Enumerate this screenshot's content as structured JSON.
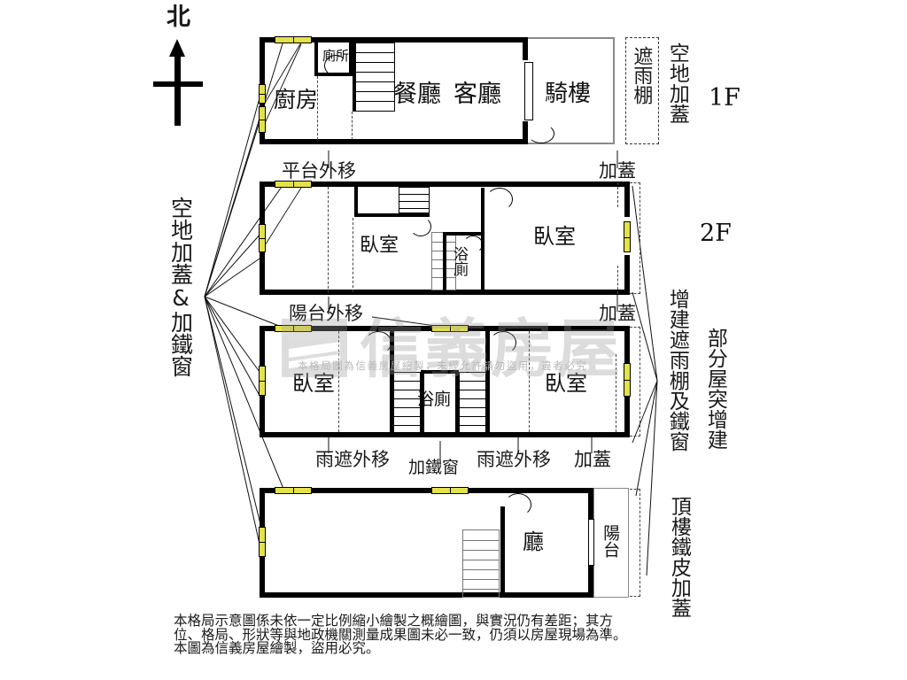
{
  "compass": {
    "label": "北",
    "name": "north-arrow"
  },
  "floors": [
    {
      "tag": "1F",
      "rooms": [
        "廚房",
        "廁所",
        "餐廳",
        "客廳",
        "騎樓"
      ],
      "annotations": [
        "平台外移",
        "加蓋"
      ],
      "right_inset_label": "遮雨棚",
      "right_side_label": "空地加蓋"
    },
    {
      "tag": "2F",
      "rooms": [
        "臥室",
        "浴廁",
        "臥室"
      ],
      "annotations": [
        "陽台外移",
        "加蓋"
      ]
    },
    {
      "tag": "",
      "rooms": [
        "臥室",
        "浴廁",
        "臥室"
      ],
      "annotations": [
        "雨遮外移",
        "加鐵窗",
        "雨遮外移",
        "加蓋"
      ]
    },
    {
      "tag": "",
      "rooms": [
        "廳",
        "陽台"
      ],
      "annotations": []
    }
  ],
  "side_labels": {
    "left": "空地加蓋&加鐵窗",
    "right_1f": "空地加蓋",
    "right_mid": "增建遮雨棚及鐵窗",
    "right_mid2": "部分屋突增建",
    "right_bottom": "頂樓鐵皮加蓋"
  },
  "room_labels": {
    "kitchen": "廚房",
    "toilet": "廁所",
    "dining": "餐廳",
    "living": "客廳",
    "arcade": "騎樓",
    "bedroom": "臥室",
    "bathroom": "浴廁",
    "hall": "廳",
    "balcony": "陽台",
    "canopy": "遮雨棚"
  },
  "annotations": {
    "platform_move": "平台外移",
    "addition": "加蓋",
    "balcony_move": "陽台外移",
    "eave_move": "雨遮外移",
    "iron_window": "加鐵窗"
  },
  "floor_tags": {
    "f1": "1F",
    "f2": "2F"
  },
  "watermark": {
    "brand": "信義房屋",
    "notice": "本格局圖為信義房屋繪製，未經允許請勿盜用，違者必究"
  },
  "footer": {
    "line1": "本格局示意圖係未依一定比例縮小繪製之概繪圖，與實況仍有差距；其方",
    "line2": "位、格局、形狀等與地政機關測量成果圖未必一致，仍須以房屋現場為準。",
    "line3": "本圖為信義房屋繪製，盜用必究。"
  },
  "colors": {
    "wall": "#000000",
    "window": "#e4e24a",
    "dashed": "#444444",
    "watermark": "#9a9a9a",
    "background": "#ffffff"
  }
}
